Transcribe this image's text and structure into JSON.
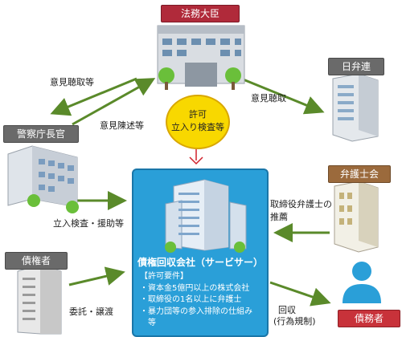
{
  "nodes": {
    "minister": "法務大臣",
    "jfba": "日弁連",
    "police": "警察庁長官",
    "bar_association": "弁護士会",
    "creditor": "債権者",
    "debtor": "債務者"
  },
  "permit": {
    "line1": "許可",
    "line2": "立入り検査等"
  },
  "center": {
    "title": "債権回収会社（サービサー）",
    "requirements": [
      "【許可要件】",
      "・資本金5億円以上の株式会社",
      "・取締役の1名以上に弁護士",
      "・暴力団等の参入排除の仕組み",
      "　等"
    ]
  },
  "edges": {
    "hearing_to_police": "意見聴取等",
    "police_opinion": "意見陳述等",
    "hearing_to_jfba": "意見聴取",
    "police_inspection": "立入検査・援助等",
    "bar_recommend_1": "取締役弁護士の",
    "bar_recommend_2": "推薦",
    "creditor_consign": "委託・譲渡",
    "collect_1": "回収",
    "collect_2": "(行為規制)"
  },
  "colors": {
    "arrow_green": "#5a8a2a",
    "center_blue": "#2a9fd8",
    "minister_red": "#b02a3a",
    "permit_yellow": "#f8d800"
  }
}
